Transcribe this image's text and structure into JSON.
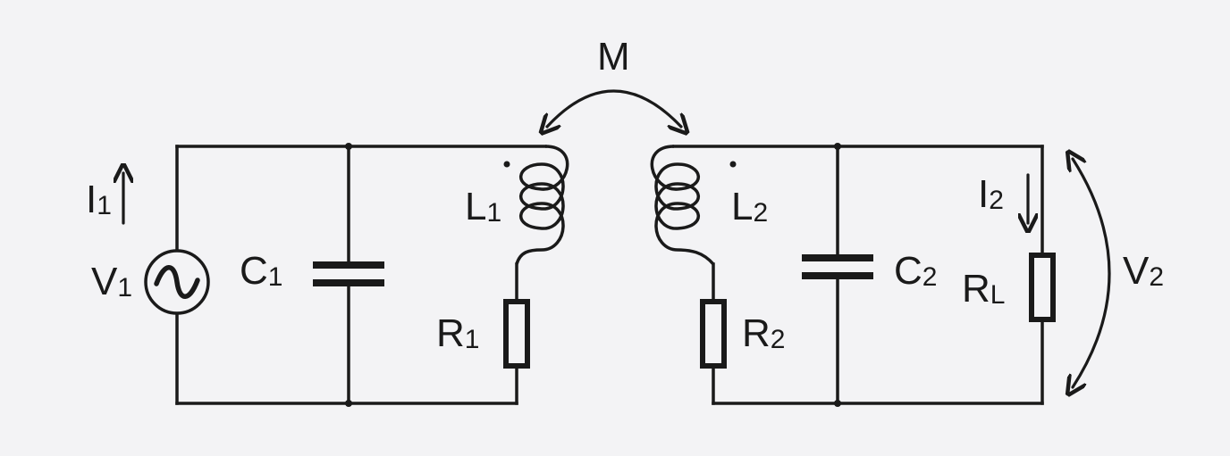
{
  "labels": {
    "mutual": "M",
    "i1_main": "I",
    "i1_sub": "1",
    "v1_main": "V",
    "v1_sub": "1",
    "c1_main": "C",
    "c1_sub": "1",
    "l1_main": "L",
    "l1_sub": "1",
    "r1_main": "R",
    "r1_sub": "1",
    "l2_main": "L",
    "l2_sub": "2",
    "r2_main": "R",
    "r2_sub": "2",
    "c2_main": "C",
    "c2_sub": "2",
    "i2_main": "I",
    "i2_sub": "2",
    "rl_main": "R",
    "rl_sub": "L",
    "v2_main": "V",
    "v2_sub": "2"
  },
  "colors": {
    "background": "#f3f3f5",
    "ink": "#1a1a1a"
  }
}
